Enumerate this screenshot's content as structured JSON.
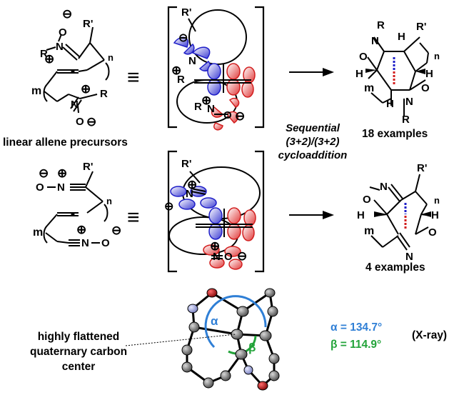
{
  "labels": {
    "linear_precursors": "linear allene precursors",
    "reaction_line1": "Sequential",
    "reaction_line2": "(3+2)/(3+2)",
    "reaction_line3": "cycloaddition",
    "examples_top": "18 examples",
    "examples_bottom": "4 examples",
    "flattened_line1": "highly flattened",
    "flattened_line2": "quaternary carbon",
    "flattened_line3": "center",
    "alpha_value": "α = 134.7°",
    "beta_value": "β = 114.9°",
    "xray": "(X-ray)"
  },
  "atoms": {
    "R": "R",
    "R_prime": "R'",
    "N": "N",
    "O": "O",
    "H": "H",
    "m": "m",
    "n": "n",
    "equiv": "≡",
    "plus": "⊕",
    "minus": "⊖",
    "alpha": "α",
    "beta": "β"
  },
  "colors": {
    "blue_orbital": "#1e1ec8",
    "red_orbital": "#d21e1e",
    "alpha_arc": "#2f7fd6",
    "beta_arc": "#22a339",
    "carbon_atom": "#7a7a7a",
    "nitrogen_atom": "#9fa6d8",
    "oxygen_atom": "#b01818"
  }
}
